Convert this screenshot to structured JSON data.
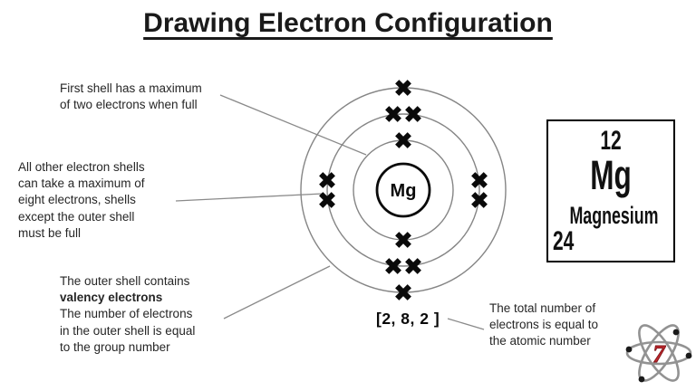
{
  "title": "Drawing Electron Configuration",
  "notes": {
    "first_shell": [
      "First shell has a maximum",
      "of two electrons when full"
    ],
    "other_shells": [
      "All other electron shells",
      "can take a maximum of",
      "eight electrons, shells",
      "except the outer shell",
      "must be full"
    ],
    "outer_shell": {
      "pre": "The outer shell contains",
      "bold": "valency electrons",
      "post": [
        "The number of electrons",
        "in the outer shell is equal",
        "to the group number"
      ]
    },
    "total_electrons": [
      "The total number of",
      "electrons is equal to",
      "the atomic number"
    ]
  },
  "diagram": {
    "nucleus_symbol": "Mg",
    "shell_electrons": [
      2,
      8,
      2
    ],
    "config_label": "[2, 8, 2 ]"
  },
  "element_card": {
    "atomic_number": "12",
    "symbol": "Mg",
    "name": "Magnesium",
    "mass_number": "24"
  },
  "logo": {
    "number": "7"
  },
  "colors": {
    "ink": "#262626",
    "line_gray": "#8a8a8a",
    "shell_gray": "#858585",
    "logo_red": "#c1272d"
  }
}
